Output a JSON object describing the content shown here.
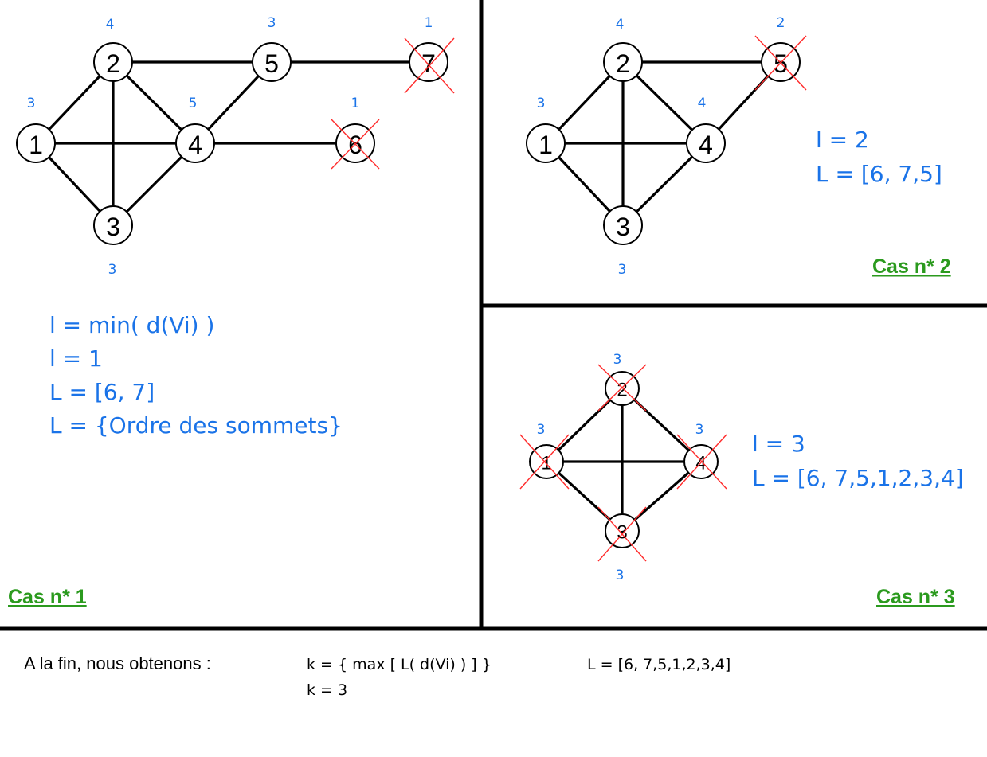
{
  "panel1": {
    "degrees": {
      "n1": "3",
      "n2": "4",
      "n3": "3",
      "n4": "5",
      "n5": "3",
      "n6": "1",
      "n7": "1"
    },
    "nodes": {
      "n1": "1",
      "n2": "2",
      "n3": "3",
      "n4": "4",
      "n5": "5",
      "n6": "6",
      "n7": "7"
    },
    "lines": [
      "l = min( d(Vi) )",
      "l = 1",
      "L = [6, 7]",
      "L = {Ordre des sommets}"
    ],
    "case_label": "Cas n* 1"
  },
  "panel2": {
    "degrees": {
      "n1": "3",
      "n2": "4",
      "n3": "3",
      "n4": "4",
      "n5": "2"
    },
    "nodes": {
      "n1": "1",
      "n2": "2",
      "n3": "3",
      "n4": "4",
      "n5": "5"
    },
    "lines": [
      "l = 2",
      "L = [6, 7,5]"
    ],
    "case_label": "Cas n* 2"
  },
  "panel3": {
    "degrees": {
      "n1": "3",
      "n2": "3",
      "n3": "3",
      "n4": "3"
    },
    "nodes": {
      "n1": "1",
      "n2": "2",
      "n3": "3",
      "n4": "4"
    },
    "lines": [
      "l = 3",
      "L = [6, 7,5,1,2,3,4]"
    ],
    "case_label": "Cas n* 3"
  },
  "footer": {
    "intro": "A la fin, nous obtenons :",
    "k_formula": "k = { max [ L( d(Vi) ) ] }",
    "k_value": "k = 3",
    "L_final": "L = [6, 7,5,1,2,3,4]"
  },
  "colors": {
    "degree": "#1a73e8",
    "cross": "#ff2b2b",
    "case_label": "#2b9a1e",
    "edge": "#000000"
  }
}
